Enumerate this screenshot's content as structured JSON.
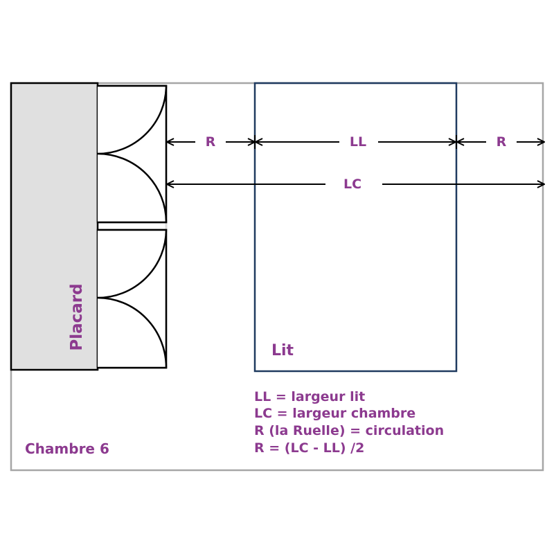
{
  "room": {
    "label": "Chambre 6"
  },
  "closet": {
    "label": "Placard"
  },
  "bed": {
    "label": "Lit"
  },
  "dimensions": {
    "r_left": "R",
    "ll": "LL",
    "r_right": "R",
    "lc": "LC"
  },
  "legend": [
    "LL = largeur lit",
    "LC = largeur chambre",
    "R (la Ruelle) = circulation",
    "R = (LC - LL) /2"
  ],
  "colors": {
    "text": "#8c3a8f",
    "bed_outline": "#1f3a5f",
    "room_outline": "#a6a6a6",
    "closet_fill": "#e0e0e0"
  }
}
